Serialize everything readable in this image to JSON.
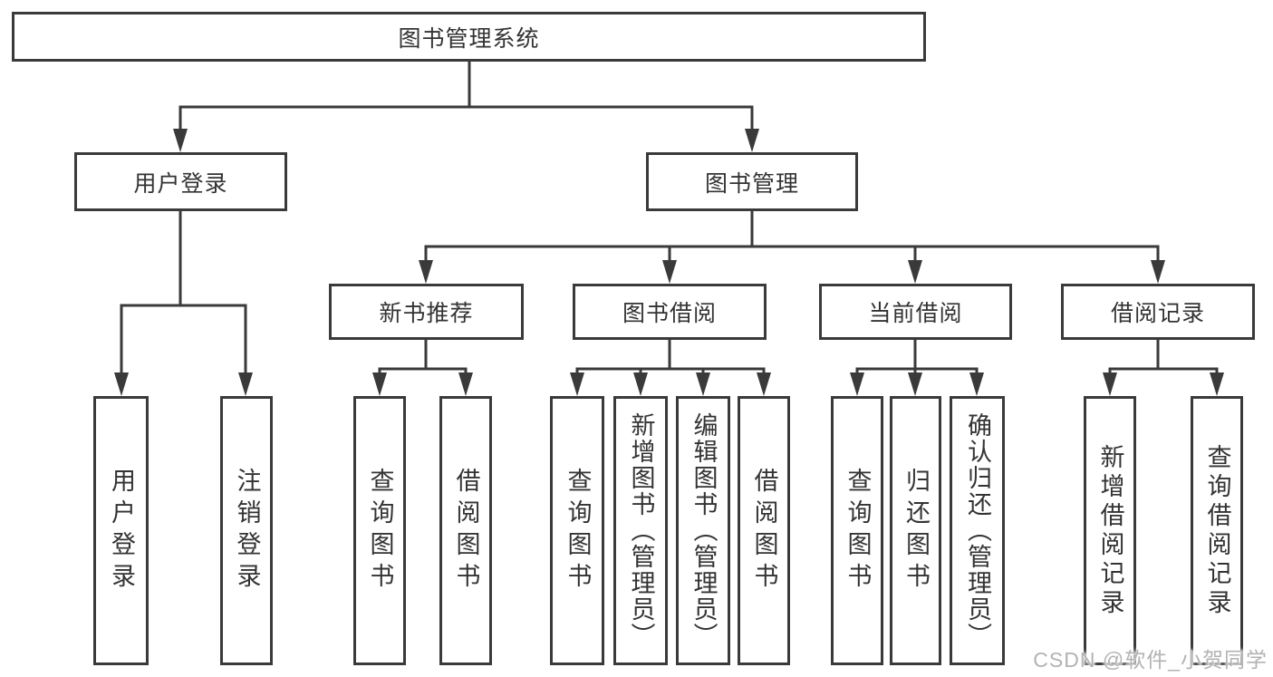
{
  "diagram": {
    "nodes": {
      "root": "图书管理系统",
      "user_login_group": "用户登录",
      "book_mgmt": "图书管理",
      "new_book_rec": "新书推荐",
      "book_borrow": "图书借阅",
      "current_borrow": "当前借阅",
      "borrow_records": "借阅记录",
      "ul_user_login": "用户登录",
      "ul_logout": "注销登录",
      "nbr_query_book": "查询图书",
      "nbr_borrow_book": "借阅图书",
      "bb_query_book": "查询图书",
      "bb_add_book_admin": "新增图书（管理员）",
      "bb_edit_book_admin": "编辑图书（管理员）",
      "bb_borrow_book": "借阅图书",
      "cb_query_book": "查询图书",
      "cb_return_book": "归还图书",
      "cb_confirm_return_admin": "确认归还（管理员）",
      "br_add_record": "新增借阅记录",
      "br_query_record": "查询借阅记录"
    },
    "watermark": "CSDN @软件_小贺同学",
    "colors": {
      "line": "#3a3a3a",
      "text": "#333333",
      "watermark": "#b3b3b3",
      "background": "#ffffff"
    }
  }
}
